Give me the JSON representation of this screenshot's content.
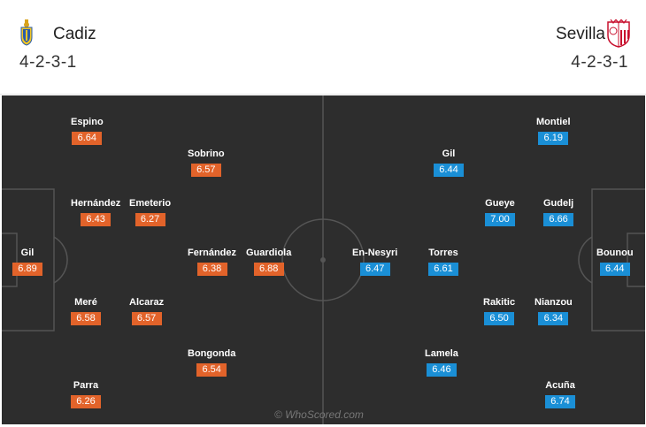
{
  "home": {
    "name": "Cadiz",
    "formation": "4-2-3-1",
    "crest_icon": "cadiz-crest-icon",
    "color": "#e2632a",
    "players": [
      {
        "name": "Espino",
        "rating": "6.64"
      },
      {
        "name": "Sobrino",
        "rating": "6.57"
      },
      {
        "name": "Hernández",
        "rating": "6.43"
      },
      {
        "name": "Emeterio",
        "rating": "6.27"
      },
      {
        "name": "Gil",
        "rating": "6.89"
      },
      {
        "name": "Fernández",
        "rating": "6.38"
      },
      {
        "name": "Guardiola",
        "rating": "6.88"
      },
      {
        "name": "Meré",
        "rating": "6.58"
      },
      {
        "name": "Alcaraz",
        "rating": "6.57"
      },
      {
        "name": "Bongonda",
        "rating": "6.54"
      },
      {
        "name": "Parra",
        "rating": "6.26"
      }
    ]
  },
  "away": {
    "name": "Sevilla",
    "formation": "4-2-3-1",
    "crest_icon": "sevilla-crest-icon",
    "color": "#1a8fd6",
    "players": [
      {
        "name": "Montiel",
        "rating": "6.19"
      },
      {
        "name": "Gil",
        "rating": "6.44"
      },
      {
        "name": "Gueye",
        "rating": "7.00"
      },
      {
        "name": "Gudelj",
        "rating": "6.66"
      },
      {
        "name": "En-Nesyri",
        "rating": "6.47"
      },
      {
        "name": "Torres",
        "rating": "6.61"
      },
      {
        "name": "Bounou",
        "rating": "6.44"
      },
      {
        "name": "Rakitic",
        "rating": "6.50"
      },
      {
        "name": "Nianzou",
        "rating": "6.34"
      },
      {
        "name": "Lamela",
        "rating": "6.46"
      },
      {
        "name": "Acuña",
        "rating": "6.74"
      }
    ]
  },
  "watermark": "© WhoScored.com"
}
